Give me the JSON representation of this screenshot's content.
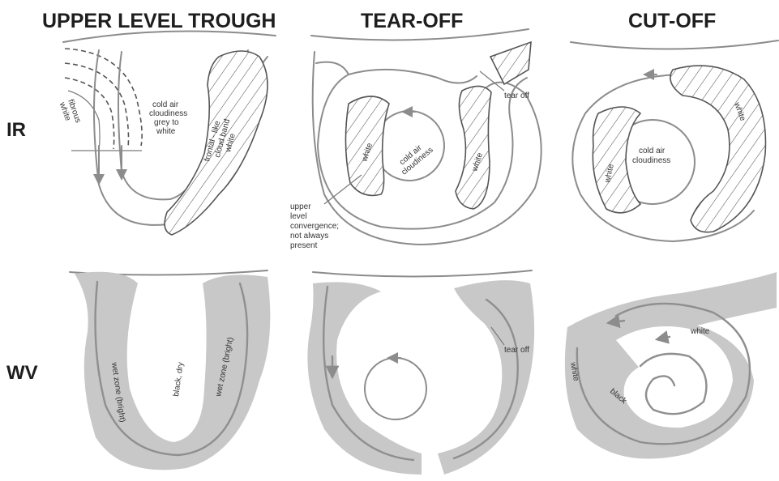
{
  "headers": {
    "upper_level_trough": "UPPER LEVEL TROUGH",
    "tear_off": "TEAR-OFF",
    "cut_off": "CUT-OFF"
  },
  "rows": {
    "ir": "IR",
    "wv": "WV"
  },
  "ir": {
    "trough": {
      "fibrous_1": "fibrous",
      "fibrous_2": "white",
      "cold_1": "cold air",
      "cold_2": "cloudiness",
      "cold_3": "grey to",
      "cold_4": "white",
      "band_1": "frontal - like",
      "band_2": "cloud band",
      "band_3": "white"
    },
    "tearoff": {
      "tear_off": "tear off",
      "white_left": "white",
      "cold_1": "cold air",
      "cold_2": "cloudiness",
      "white_right": "white",
      "conv_1": "upper",
      "conv_2": "level",
      "conv_3": "convergence;",
      "conv_4": "not always",
      "conv_5": "present"
    },
    "cutoff": {
      "white_left": "white",
      "cold_1": "cold air",
      "cold_2": "cloudiness",
      "white_right": "white"
    }
  },
  "wv": {
    "trough": {
      "wet_left": "wet zone (bright)",
      "black_dry": "black, dry",
      "wet_right": "wet zone (bright)"
    },
    "tearoff": {
      "tear_off": "tear off"
    },
    "cutoff": {
      "white_outer": "white",
      "black": "black",
      "white_inner": "white"
    }
  }
}
